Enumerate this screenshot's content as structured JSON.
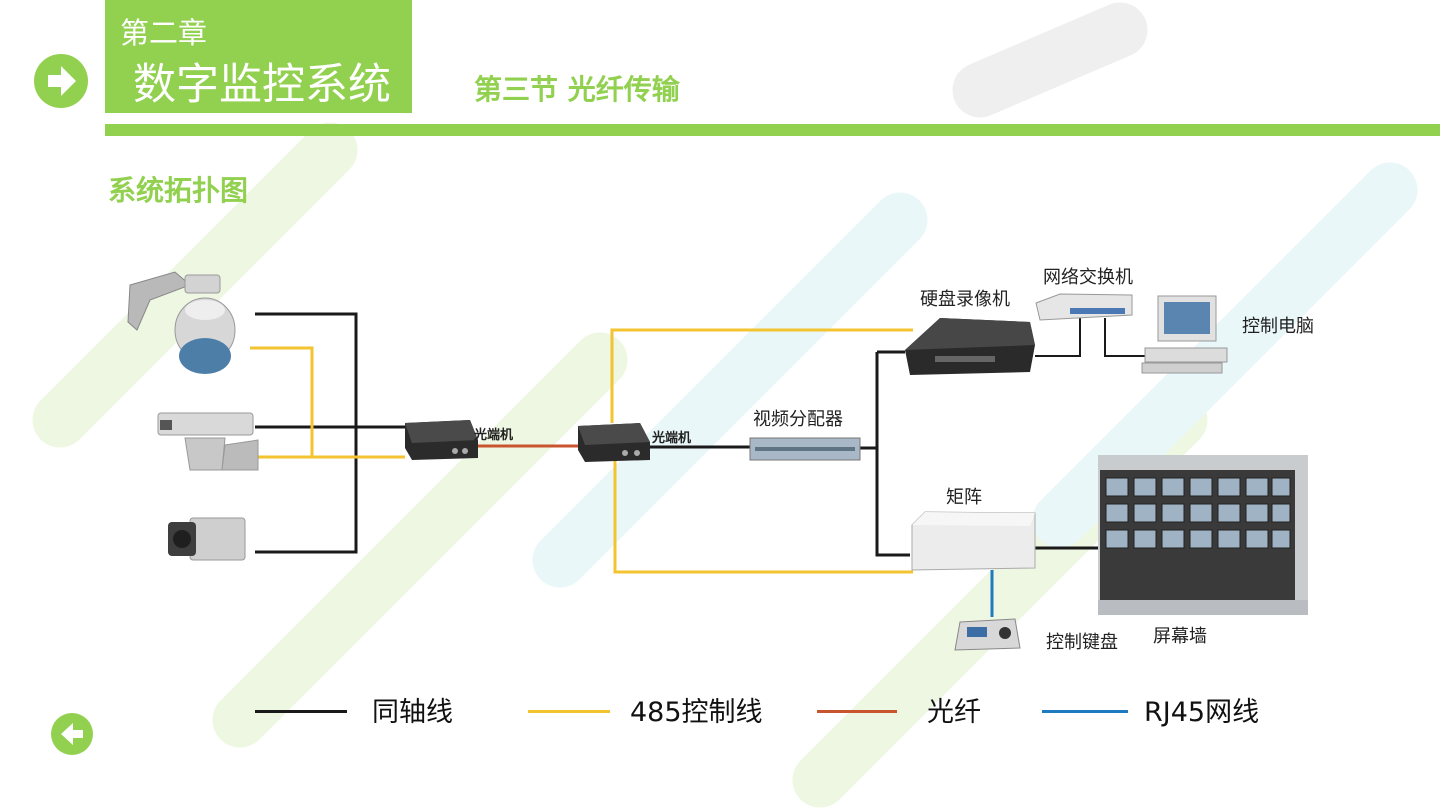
{
  "header": {
    "chapter_number": "第二章",
    "chapter_title": "数字监控系统",
    "section_title": "第三节  光纤传输"
  },
  "subtitle": "系统拓扑图",
  "colors": {
    "accent_green": "#92d050",
    "coax": "#1a1a1a",
    "control_485": "#f3c330",
    "fiber": "#c9552f",
    "rj45": "#1f7bc0"
  },
  "diagram": {
    "devices": {
      "optical_1": "光端机",
      "optical_2": "光端机",
      "video_distributor": "视频分配器",
      "dvr": "硬盘录像机",
      "network_switch": "网络交换机",
      "control_pc": "控制电脑",
      "matrix": "矩阵",
      "control_keyboard": "控制键盘",
      "video_wall": "屏幕墙"
    }
  },
  "legend": [
    {
      "label": "同轴线",
      "color": "#1a1a1a"
    },
    {
      "label": "485控制线",
      "color": "#f3c330"
    },
    {
      "label": "光纤",
      "color": "#c9552f"
    },
    {
      "label": "RJ45网线",
      "color": "#1f7bc0"
    }
  ],
  "nav": {
    "next_icon": "arrow-right-circle-icon",
    "prev_icon": "arrow-left-circle-icon"
  }
}
